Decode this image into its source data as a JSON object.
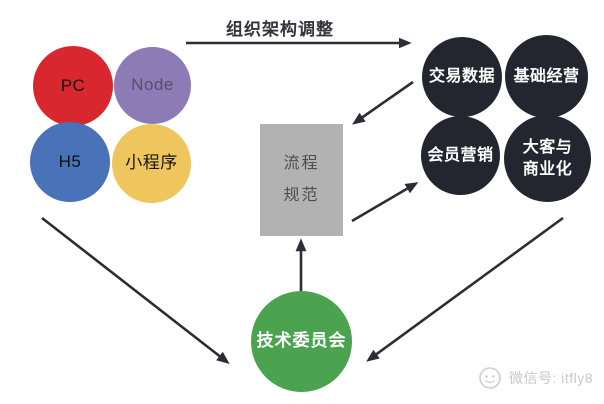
{
  "labels": {
    "transition_arrow": "组织架构调整"
  },
  "left_group": {
    "circles": [
      {
        "id": "pc",
        "label": "PC",
        "color": "#d8272e",
        "text_color": "#161616"
      },
      {
        "id": "node",
        "label": "Node",
        "color": "#8d7bb6",
        "text_color": "#55506b"
      },
      {
        "id": "h5",
        "label": "H5",
        "color": "#4a72b8",
        "text_color": "#101010"
      },
      {
        "id": "miniprogram",
        "label": "小程序",
        "color": "#eec65d",
        "text_color": "#151515"
      }
    ]
  },
  "right_group": {
    "color": "#23262e",
    "text_color": "#ffffff",
    "circles": [
      {
        "id": "transaction-data",
        "label": "交易数据"
      },
      {
        "id": "basic-operations",
        "label": "基础经营"
      },
      {
        "id": "member-marketing",
        "label": "会员营销"
      },
      {
        "id": "key-accounts-commercialization",
        "lines": [
          "大客与",
          "商业化"
        ]
      }
    ]
  },
  "process_box": {
    "lines": [
      "流程",
      "规范"
    ],
    "color": "#b2b2b2",
    "text_color": "#4e4e57"
  },
  "committee": {
    "label": "技术委员会",
    "color": "#4ba34f",
    "text_color": "#ffffff"
  },
  "arrow_color": "#2b2e36",
  "watermark": {
    "text": "微信号: itfly8",
    "color": "#c7c7c7"
  }
}
